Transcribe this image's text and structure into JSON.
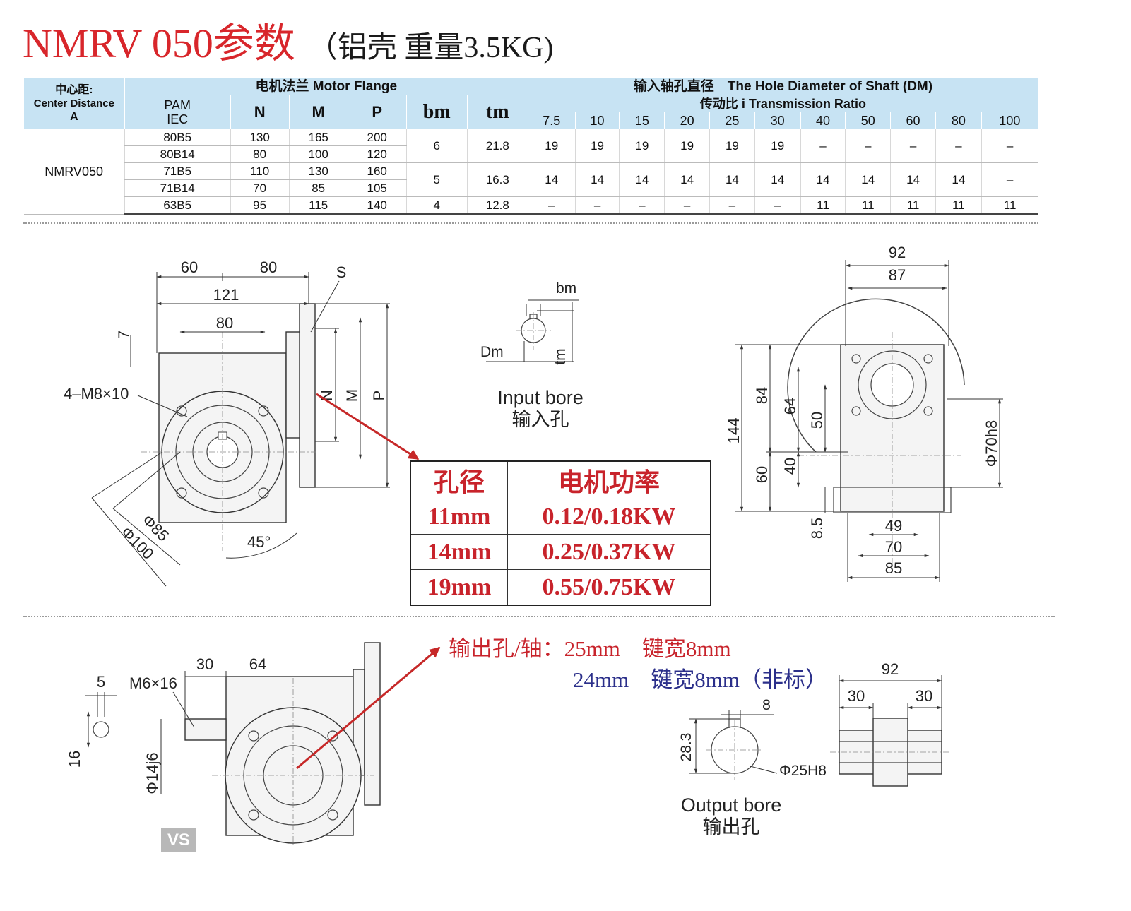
{
  "title": {
    "main": "NMRV 050参数",
    "sub": "（铝壳 重量3.5KG)"
  },
  "spec_table": {
    "center_distance_label": [
      "中心距:",
      "Center Distance",
      "A"
    ],
    "motor_flange_label": "电机法兰 Motor Flange",
    "shaft_hole_label": "输入轴孔直径　The Hole Diameter of Shaft (DM)",
    "ratio_label": "传动比 i Transmission Ratio",
    "pam_iec_label": [
      "PAM",
      "IEC"
    ],
    "col_n": "N",
    "col_m": "M",
    "col_p": "P",
    "col_bm": "bm",
    "col_tm": "tm",
    "ratios": [
      "7.5",
      "10",
      "15",
      "20",
      "25",
      "30",
      "40",
      "50",
      "60",
      "80",
      "100"
    ],
    "model": "NMRV050",
    "rows": [
      {
        "iec": "80B5",
        "n": "130",
        "m": "165",
        "p": "200"
      },
      {
        "iec": "80B14",
        "n": "80",
        "m": "100",
        "p": "120"
      },
      {
        "iec": "71B5",
        "n": "110",
        "m": "130",
        "p": "160"
      },
      {
        "iec": "71B14",
        "n": "70",
        "m": "85",
        "p": "105"
      },
      {
        "iec": "63B5",
        "n": "95",
        "m": "115",
        "p": "140"
      }
    ],
    "groups": [
      {
        "bm": "6",
        "tm": "21.8",
        "dm": [
          "19",
          "19",
          "19",
          "19",
          "19",
          "19",
          "–",
          "–",
          "–",
          "–",
          "–"
        ]
      },
      {
        "bm": "5",
        "tm": "16.3",
        "dm": [
          "14",
          "14",
          "14",
          "14",
          "14",
          "14",
          "14",
          "14",
          "14",
          "14",
          "–"
        ]
      },
      {
        "bm": "4",
        "tm": "12.8",
        "dm": [
          "–",
          "–",
          "–",
          "–",
          "–",
          "–",
          "11",
          "11",
          "11",
          "11",
          "11"
        ]
      }
    ]
  },
  "front_view_dims": {
    "d60": "60",
    "d80a": "80",
    "d121": "121",
    "d80b": "80",
    "d7": "7",
    "s": "S",
    "n": "N",
    "m": "M",
    "p": "P",
    "bolts": "4–M8×10",
    "phi85": "Φ85",
    "phi100": "Φ100",
    "angle45": "45°"
  },
  "input_bore": {
    "bm": "bm",
    "dm": "Dm",
    "tm": "tm",
    "label_en": "Input bore",
    "label_cn": "输入孔"
  },
  "side_view_dims": {
    "d92": "92",
    "d87": "87",
    "d144": "144",
    "d84": "84",
    "d64": "64",
    "d50": "50",
    "d40": "40",
    "d60": "60",
    "d85h": "8.5",
    "phi70": "Φ70h8",
    "d49": "49",
    "d70": "70",
    "d85": "85"
  },
  "power_table": {
    "header": [
      "孔径",
      "电机功率"
    ],
    "rows": [
      [
        "11mm",
        "0.12/0.18KW"
      ],
      [
        "14mm",
        "0.25/0.37KW"
      ],
      [
        "19mm",
        "0.55/0.75KW"
      ]
    ]
  },
  "output_notes": {
    "line1": "输出孔/轴：25mm　键宽8mm",
    "line2": "24mm　键宽8mm（非标）"
  },
  "shaft_dims": {
    "d5": "5",
    "d16": "16",
    "m6x16": "M6×16",
    "d30": "30",
    "d64": "64",
    "phi14": "Φ14j6",
    "vs": "VS"
  },
  "output_bore": {
    "d8": "8",
    "d283": "28.3",
    "phi25": "Φ25H8",
    "label_en": "Output bore",
    "label_cn": "输出孔"
  },
  "sleeve_dims": {
    "d92": "92",
    "d30a": "30",
    "d30b": "30"
  },
  "colors": {
    "title_red": "#d8262b",
    "header_blue": "#c7e3f3",
    "note_blue": "#2b2f8a",
    "arrow_red": "#c62828"
  }
}
